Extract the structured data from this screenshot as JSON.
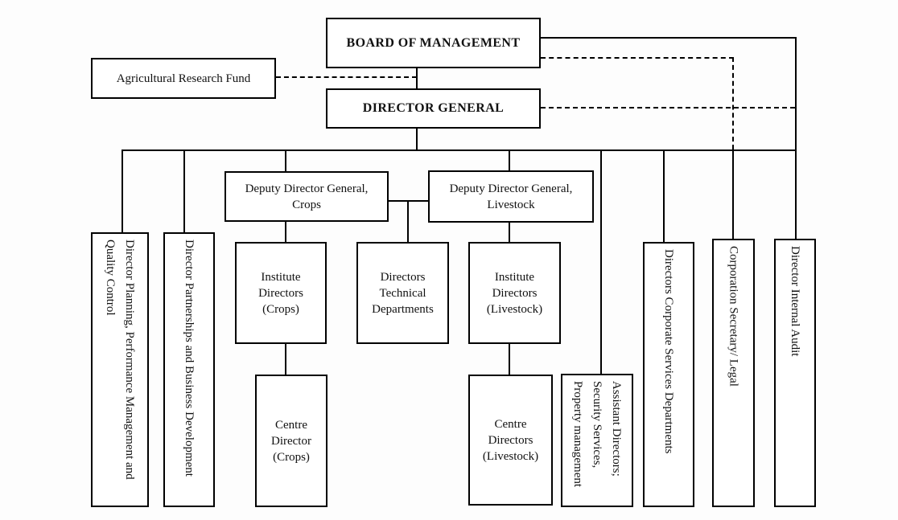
{
  "page": {
    "background": "#fdfdfd",
    "line_color": "#000000",
    "box_border_color": "#000000",
    "box_fill": "#ffffff",
    "text_color": "#111111"
  },
  "nodes": {
    "board": {
      "label": "BOARD OF MANAGEMENT"
    },
    "director_general": {
      "label": "DIRECTOR GENERAL"
    },
    "agricultural_research_fund": {
      "label": "Agricultural Research Fund"
    },
    "ddg_crops": {
      "label": "Deputy Director General, Crops"
    },
    "ddg_livestock": {
      "label": "Deputy Director General, Livestock"
    },
    "institute_directors_crops": {
      "label": "Institute Directors (Crops)"
    },
    "directors_technical_departments": {
      "label": "Directors Technical Departments"
    },
    "institute_directors_livestock": {
      "label": "Institute Directors (Livestock)"
    },
    "centre_director_crops": {
      "label": "Centre Director (Crops)"
    },
    "centre_directors_livestock": {
      "label": "Centre Directors (Livestock)"
    },
    "director_planning": {
      "label": "Director Planning, Performance Management and Quality Control"
    },
    "director_partnerships": {
      "label": "Director Partnerships and Business Development"
    },
    "assistant_directors": {
      "label": "Assistant Directors; Security Services, Property management"
    },
    "directors_corporate_services": {
      "label": "Directors Corporate Services Departments"
    },
    "corporation_secretary": {
      "label": "Corporation Secretary/ Legal"
    },
    "director_internal_audit": {
      "label": "Director Internal Audit"
    }
  }
}
